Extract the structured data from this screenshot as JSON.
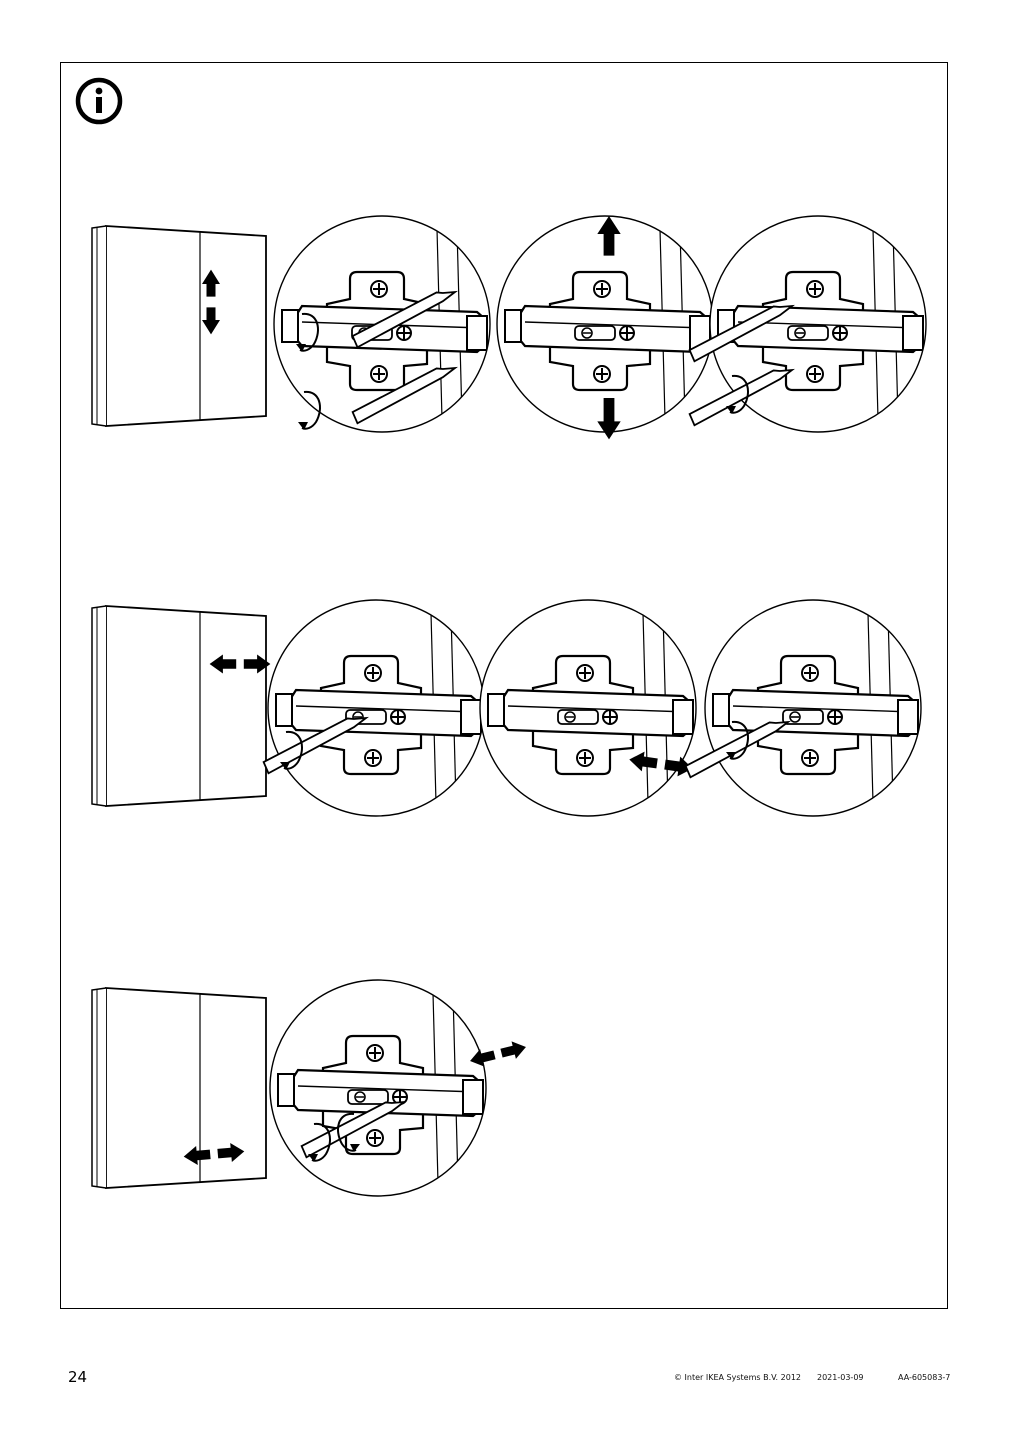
{
  "page": {
    "number": "24",
    "copyright": "© Inter IKEA Systems B.V. 2012",
    "date": "2021-03-09",
    "document_id": "AA-605083-7"
  },
  "icons": {
    "header": "info-icon",
    "steps": [
      {
        "panel_arrow": "vertical-double-arrow-icon",
        "details": [
          "loosen-screws",
          "move-up-down",
          "tighten-screws"
        ]
      },
      {
        "panel_arrow": "horizontal-double-arrow-icon",
        "details": [
          "loosen-screw",
          "move-sideways",
          "tighten-screw"
        ]
      },
      {
        "panel_arrow": "horizontal-double-arrow-icon",
        "details": [
          "turn-depth-screw"
        ]
      }
    ]
  },
  "colors": {
    "ink": "#000000",
    "paper": "#ffffff"
  }
}
